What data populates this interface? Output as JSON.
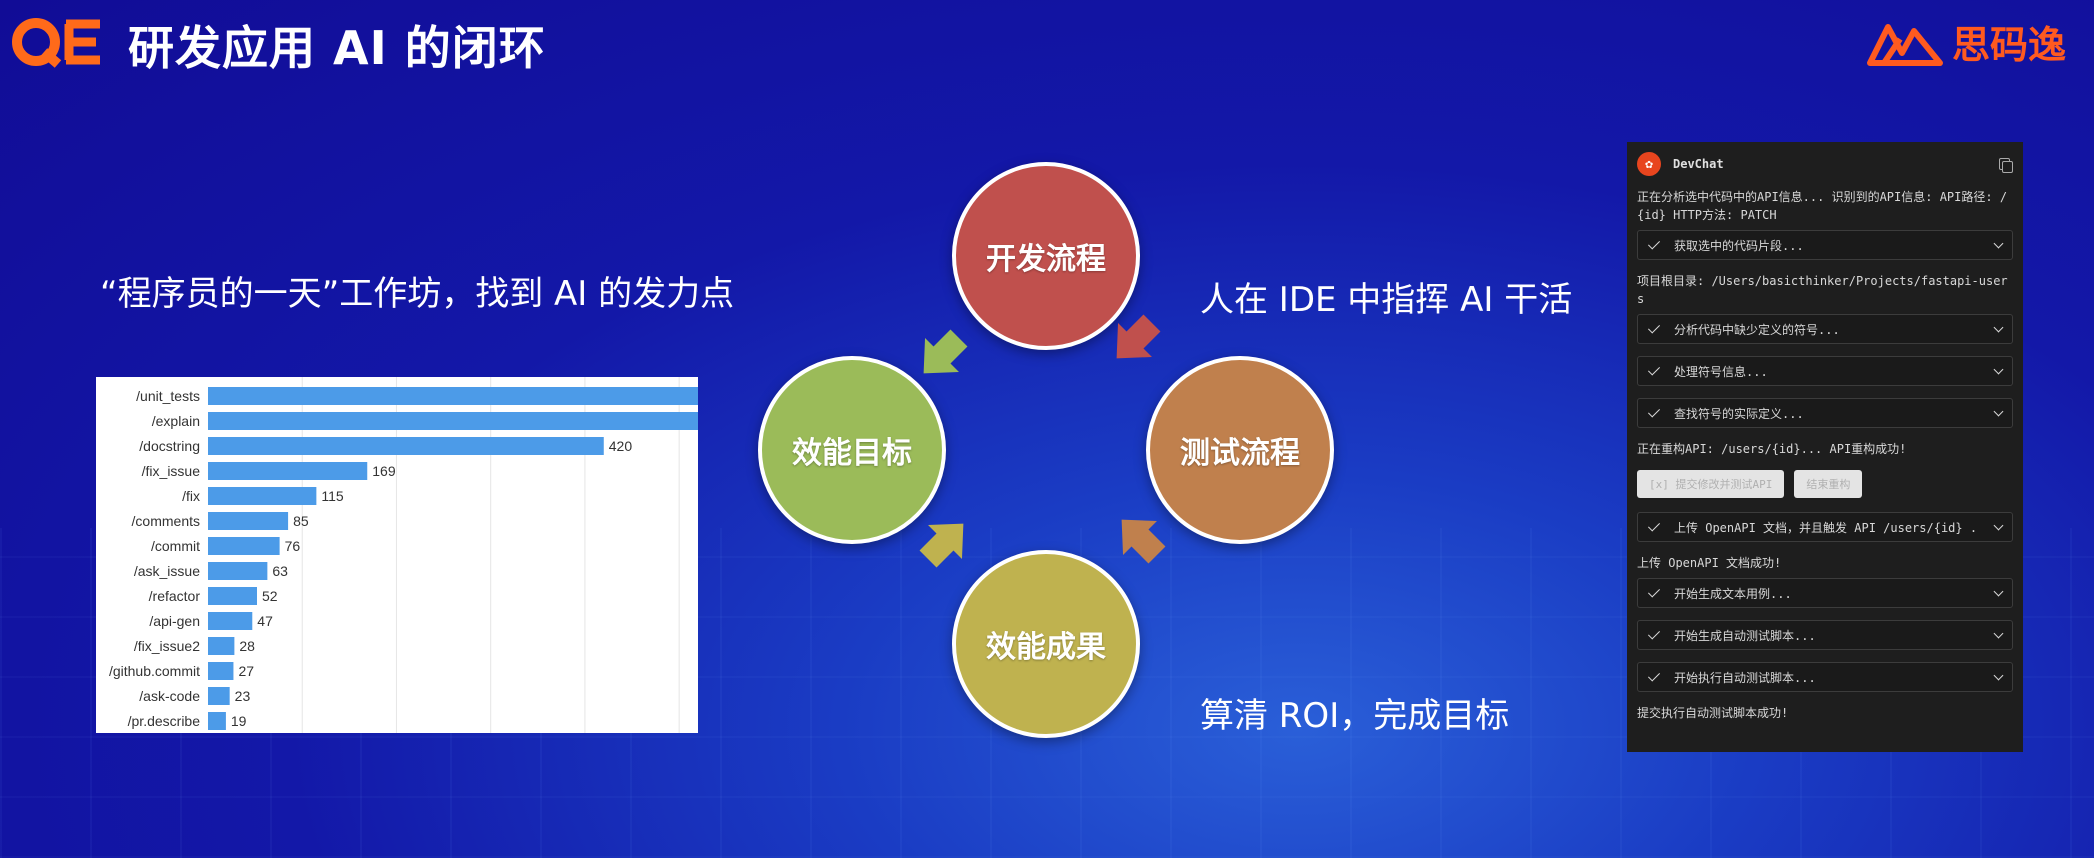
{
  "header": {
    "logo_text": "QE",
    "title": "研发应用 AI 的闭环",
    "brand_name": "思码逸"
  },
  "headings": {
    "workshop": "“程序员的一天”工作坊，找到 AI 的发力点",
    "ide": "人在 IDE 中指挥 AI 干活",
    "roi": "算清 ROI，完成目标"
  },
  "cycle": {
    "nodes": [
      {
        "label": "开发流程",
        "color": "#c0504d"
      },
      {
        "label": "测试流程",
        "color": "#c0804d"
      },
      {
        "label": "效能成果",
        "color": "#bfb24f"
      },
      {
        "label": "效能目标",
        "color": "#9bbb59"
      }
    ]
  },
  "chart_data": {
    "type": "bar",
    "orientation": "horizontal",
    "categories": [
      "/unit_tests",
      "/explain",
      "/docstring",
      "/fix_issue",
      "/fix",
      "/comments",
      "/commit",
      "/ask_issue",
      "/refactor",
      "/api-gen",
      "/fix_issue2",
      "/github.commit",
      "/ask-code",
      "/pr.describe"
    ],
    "values": [
      520,
      520,
      420,
      169,
      115,
      85,
      76,
      63,
      52,
      47,
      28,
      27,
      23,
      19
    ],
    "data_labels": [
      "",
      "",
      "420",
      "169",
      "115",
      "85",
      "76",
      "63",
      "52",
      "47",
      "28",
      "27",
      "23",
      "19"
    ],
    "bar_color": "#4c9be8",
    "grid": true
  },
  "devchat": {
    "title": "DevChat",
    "msg1": "正在分析选中代码中的API信息... 识别到的API信息: API路径: /{id} HTTP方法: PATCH",
    "step1": "获取选中的代码片段...",
    "msg2": "项目根目录: /Users/basicthinker/Projects/fastapi-users",
    "step2": "分析代码中缺少定义的符号...",
    "step3": "处理符号信息...",
    "step4": "查找符号的实际定义...",
    "msg3": "正在重构API: /users/{id}... API重构成功!",
    "btn_submit": "[x] 提交修改并测试API",
    "btn_end": "结束重构",
    "step5": "上传 OpenAPI 文档，并且触发 API /users/{id} .",
    "msg4": "上传 OpenAPI 文档成功!",
    "step6": "开始生成文本用例...",
    "step7": "开始生成自动测试脚本...",
    "step8": "开始执行自动测试脚本...",
    "msg5": "提交执行自动测试脚本成功!"
  }
}
